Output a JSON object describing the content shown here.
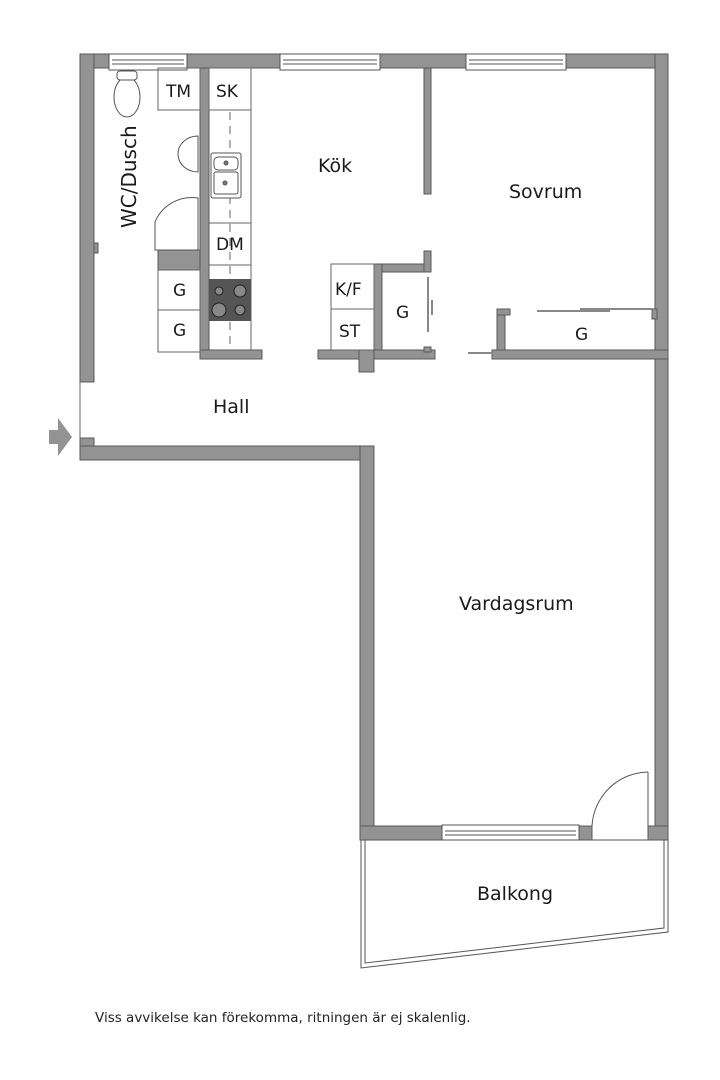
{
  "plan": {
    "wall_color": "#939393",
    "wall_edge": "#5a5a5a",
    "line_color": "#444444",
    "rooms": [
      {
        "id": "wc",
        "label": "WC/Dusch"
      },
      {
        "id": "kok",
        "label": "Kök"
      },
      {
        "id": "sovrum",
        "label": "Sovrum"
      },
      {
        "id": "hall",
        "label": "Hall"
      },
      {
        "id": "vardagsrum",
        "label": "Vardagsrum"
      },
      {
        "id": "balkong",
        "label": "Balkong"
      }
    ],
    "fixtures": {
      "tm": "TM",
      "sk": "SK",
      "dm": "DM",
      "g1": "G",
      "g2": "G",
      "kf": "K/F",
      "st": "ST",
      "g3": "G",
      "g4": "G"
    },
    "entrance_icon": "entrance-arrow-icon"
  },
  "footer": {
    "disclaimer": "Viss avvikelse kan förekomma, ritningen är ej skalenlig."
  }
}
